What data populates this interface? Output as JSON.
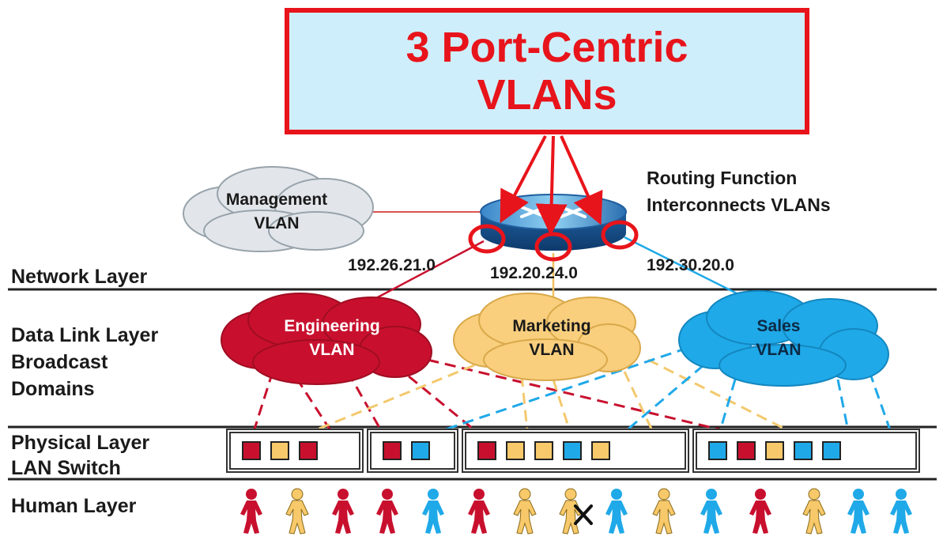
{
  "title": {
    "line1": "3 Port-Centric",
    "line2": "VLANs"
  },
  "routing_text": {
    "line1": "Routing Function",
    "line2": "Interconnects VLANs"
  },
  "layers": {
    "network": "Network Layer",
    "datalink_1": "Data Link Layer",
    "datalink_2": "Broadcast",
    "datalink_3": "Domains",
    "physical_1": "Physical Layer",
    "physical_2": "LAN Switch",
    "human": "Human Layer"
  },
  "networks": {
    "engineering": "192.26.21.0",
    "marketing": "192.20.24.0",
    "sales": "192.30.20.0"
  },
  "clouds": {
    "management": {
      "line1": "Management",
      "line2": "VLAN"
    },
    "engineering": {
      "line1": "Engineering",
      "line2": "VLAN"
    },
    "marketing": {
      "line1": "Marketing",
      "line2": "VLAN"
    },
    "sales": {
      "line1": "Sales",
      "line2": "VLAN"
    }
  },
  "colors": {
    "accent_red": "#e8141b",
    "engineering": "#c8102e",
    "marketing": "#f7c96a",
    "sales": "#1fa9e8",
    "management": "#dfe4e8",
    "title_bg": "#cfeefc"
  },
  "switches": [
    {
      "ports": [
        "engineering",
        "marketing",
        "engineering"
      ]
    },
    {
      "ports": [
        "engineering",
        "sales"
      ]
    },
    {
      "ports": [
        "engineering",
        "marketing",
        "marketing",
        "sales",
        "marketing"
      ]
    },
    {
      "ports": [
        "sales",
        "engineering",
        "marketing",
        "sales",
        "sales"
      ]
    }
  ],
  "people": [
    "engineering",
    "marketing",
    "engineering",
    "engineering",
    "sales",
    "engineering",
    "marketing",
    "marketing",
    "sales",
    "marketing",
    "sales",
    "engineering",
    "marketing",
    "sales",
    "sales"
  ],
  "icons": [
    "router-icon",
    "person-icon",
    "x-mark-icon"
  ]
}
